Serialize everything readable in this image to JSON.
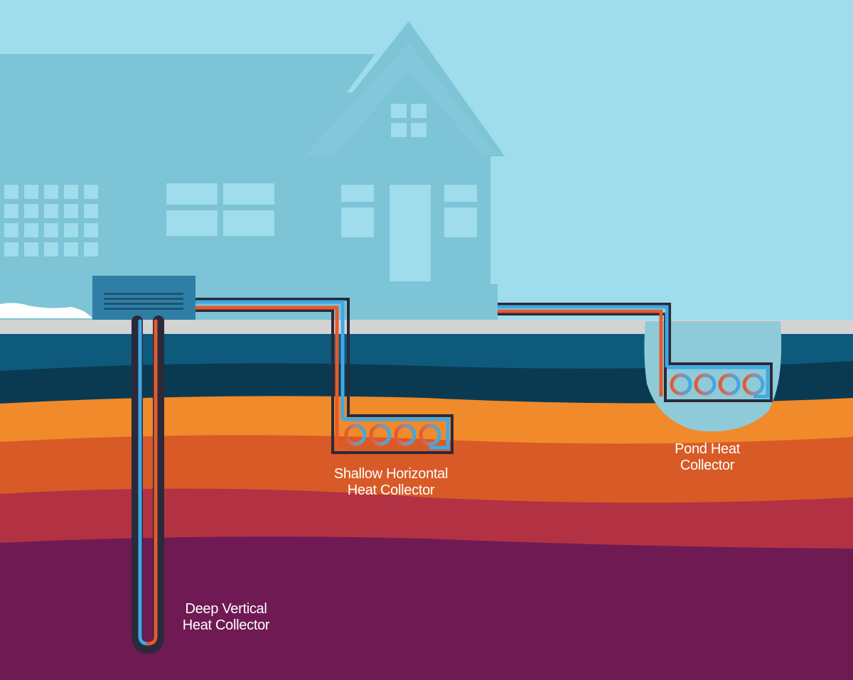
{
  "colors": {
    "sky": "#9fdcec",
    "house": "#7cc4d6",
    "window": "#9fdcec",
    "snow": "#ffffff",
    "ground_surface": "#d3d3d3",
    "soil_top": "#0e5a7c",
    "soil_dark": "#0a3a52",
    "soil_orange": "#f08a2b",
    "soil_burnt": "#d85a26",
    "soil_red": "#b23244",
    "soil_purple": "#701a54",
    "heat_pump_unit": "#2f7ea6",
    "pipe_hot": "#e45a2c",
    "pipe_cold": "#3ea9e5",
    "pipe_outline": "#2a2a3a",
    "pond_water": "#8fcad8"
  },
  "labels": {
    "shallow_horizontal": [
      "Shallow Horizontal",
      "Heat Collector"
    ],
    "pond": [
      "Pond Heat",
      "Collector"
    ],
    "deep_vertical": [
      "Deep Vertical",
      "Heat Collector"
    ]
  }
}
